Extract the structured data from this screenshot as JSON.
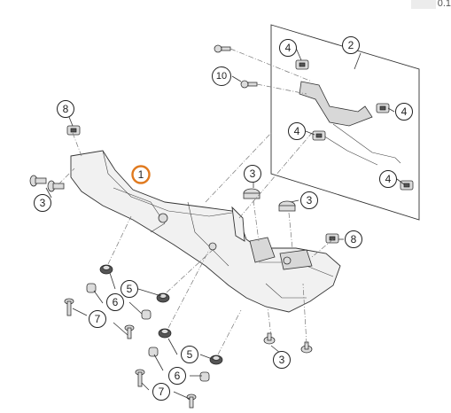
{
  "corner_text": "0.1",
  "callouts": [
    {
      "label": "1",
      "highlight": true
    },
    {
      "label": "2"
    },
    {
      "label": "3"
    },
    {
      "label": "3"
    },
    {
      "label": "3"
    },
    {
      "label": "3"
    },
    {
      "label": "4"
    },
    {
      "label": "4"
    },
    {
      "label": "4"
    },
    {
      "label": "4"
    },
    {
      "label": "5"
    },
    {
      "label": "5"
    },
    {
      "label": "6"
    },
    {
      "label": "6"
    },
    {
      "label": "7"
    },
    {
      "label": "7"
    },
    {
      "label": "8"
    },
    {
      "label": "8"
    },
    {
      "label": "10"
    }
  ],
  "colors": {
    "highlight": "#e07a1f",
    "line": "#222222"
  }
}
